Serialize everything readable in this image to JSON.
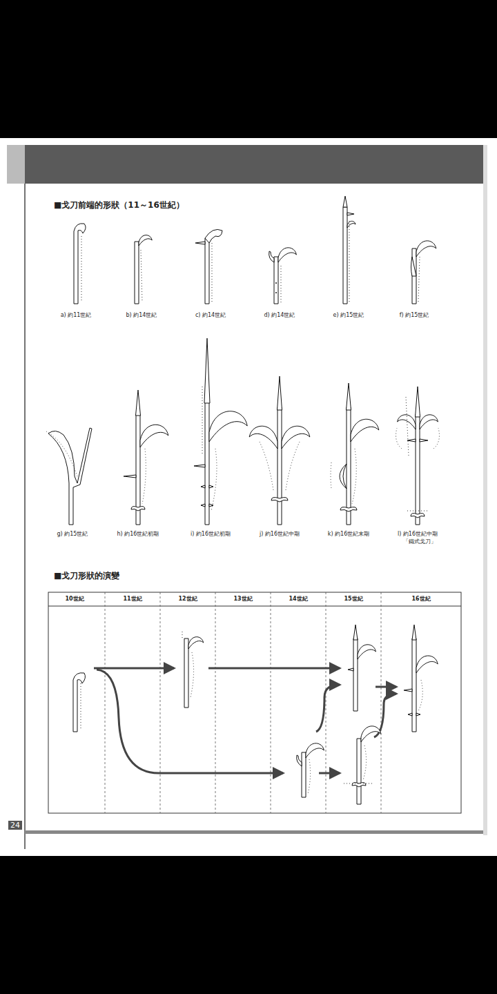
{
  "diagram": {
    "title": "■戈刀前端的形狀（11～16世紀）",
    "labels": [
      "a) 約11世紀",
      "b) 約14世紀",
      "c) 約14世紀",
      "d) 約14世紀",
      "e) 約15世紀",
      "f) 約15世紀",
      "g) 約15世紀",
      "h) 約16世紀初期",
      "i) 約16世紀初期",
      "j) 約16世紀中期",
      "k) 約16世紀末期",
      "l) 約16世紀中期",
      "「鐵式戈刀」",
      "■戈刀形狀的演變",
      "10世紀",
      "11世紀",
      "12世紀",
      "13世紀",
      "14世紀",
      "15世紀",
      "16世紀",
      "24"
    ]
  }
}
